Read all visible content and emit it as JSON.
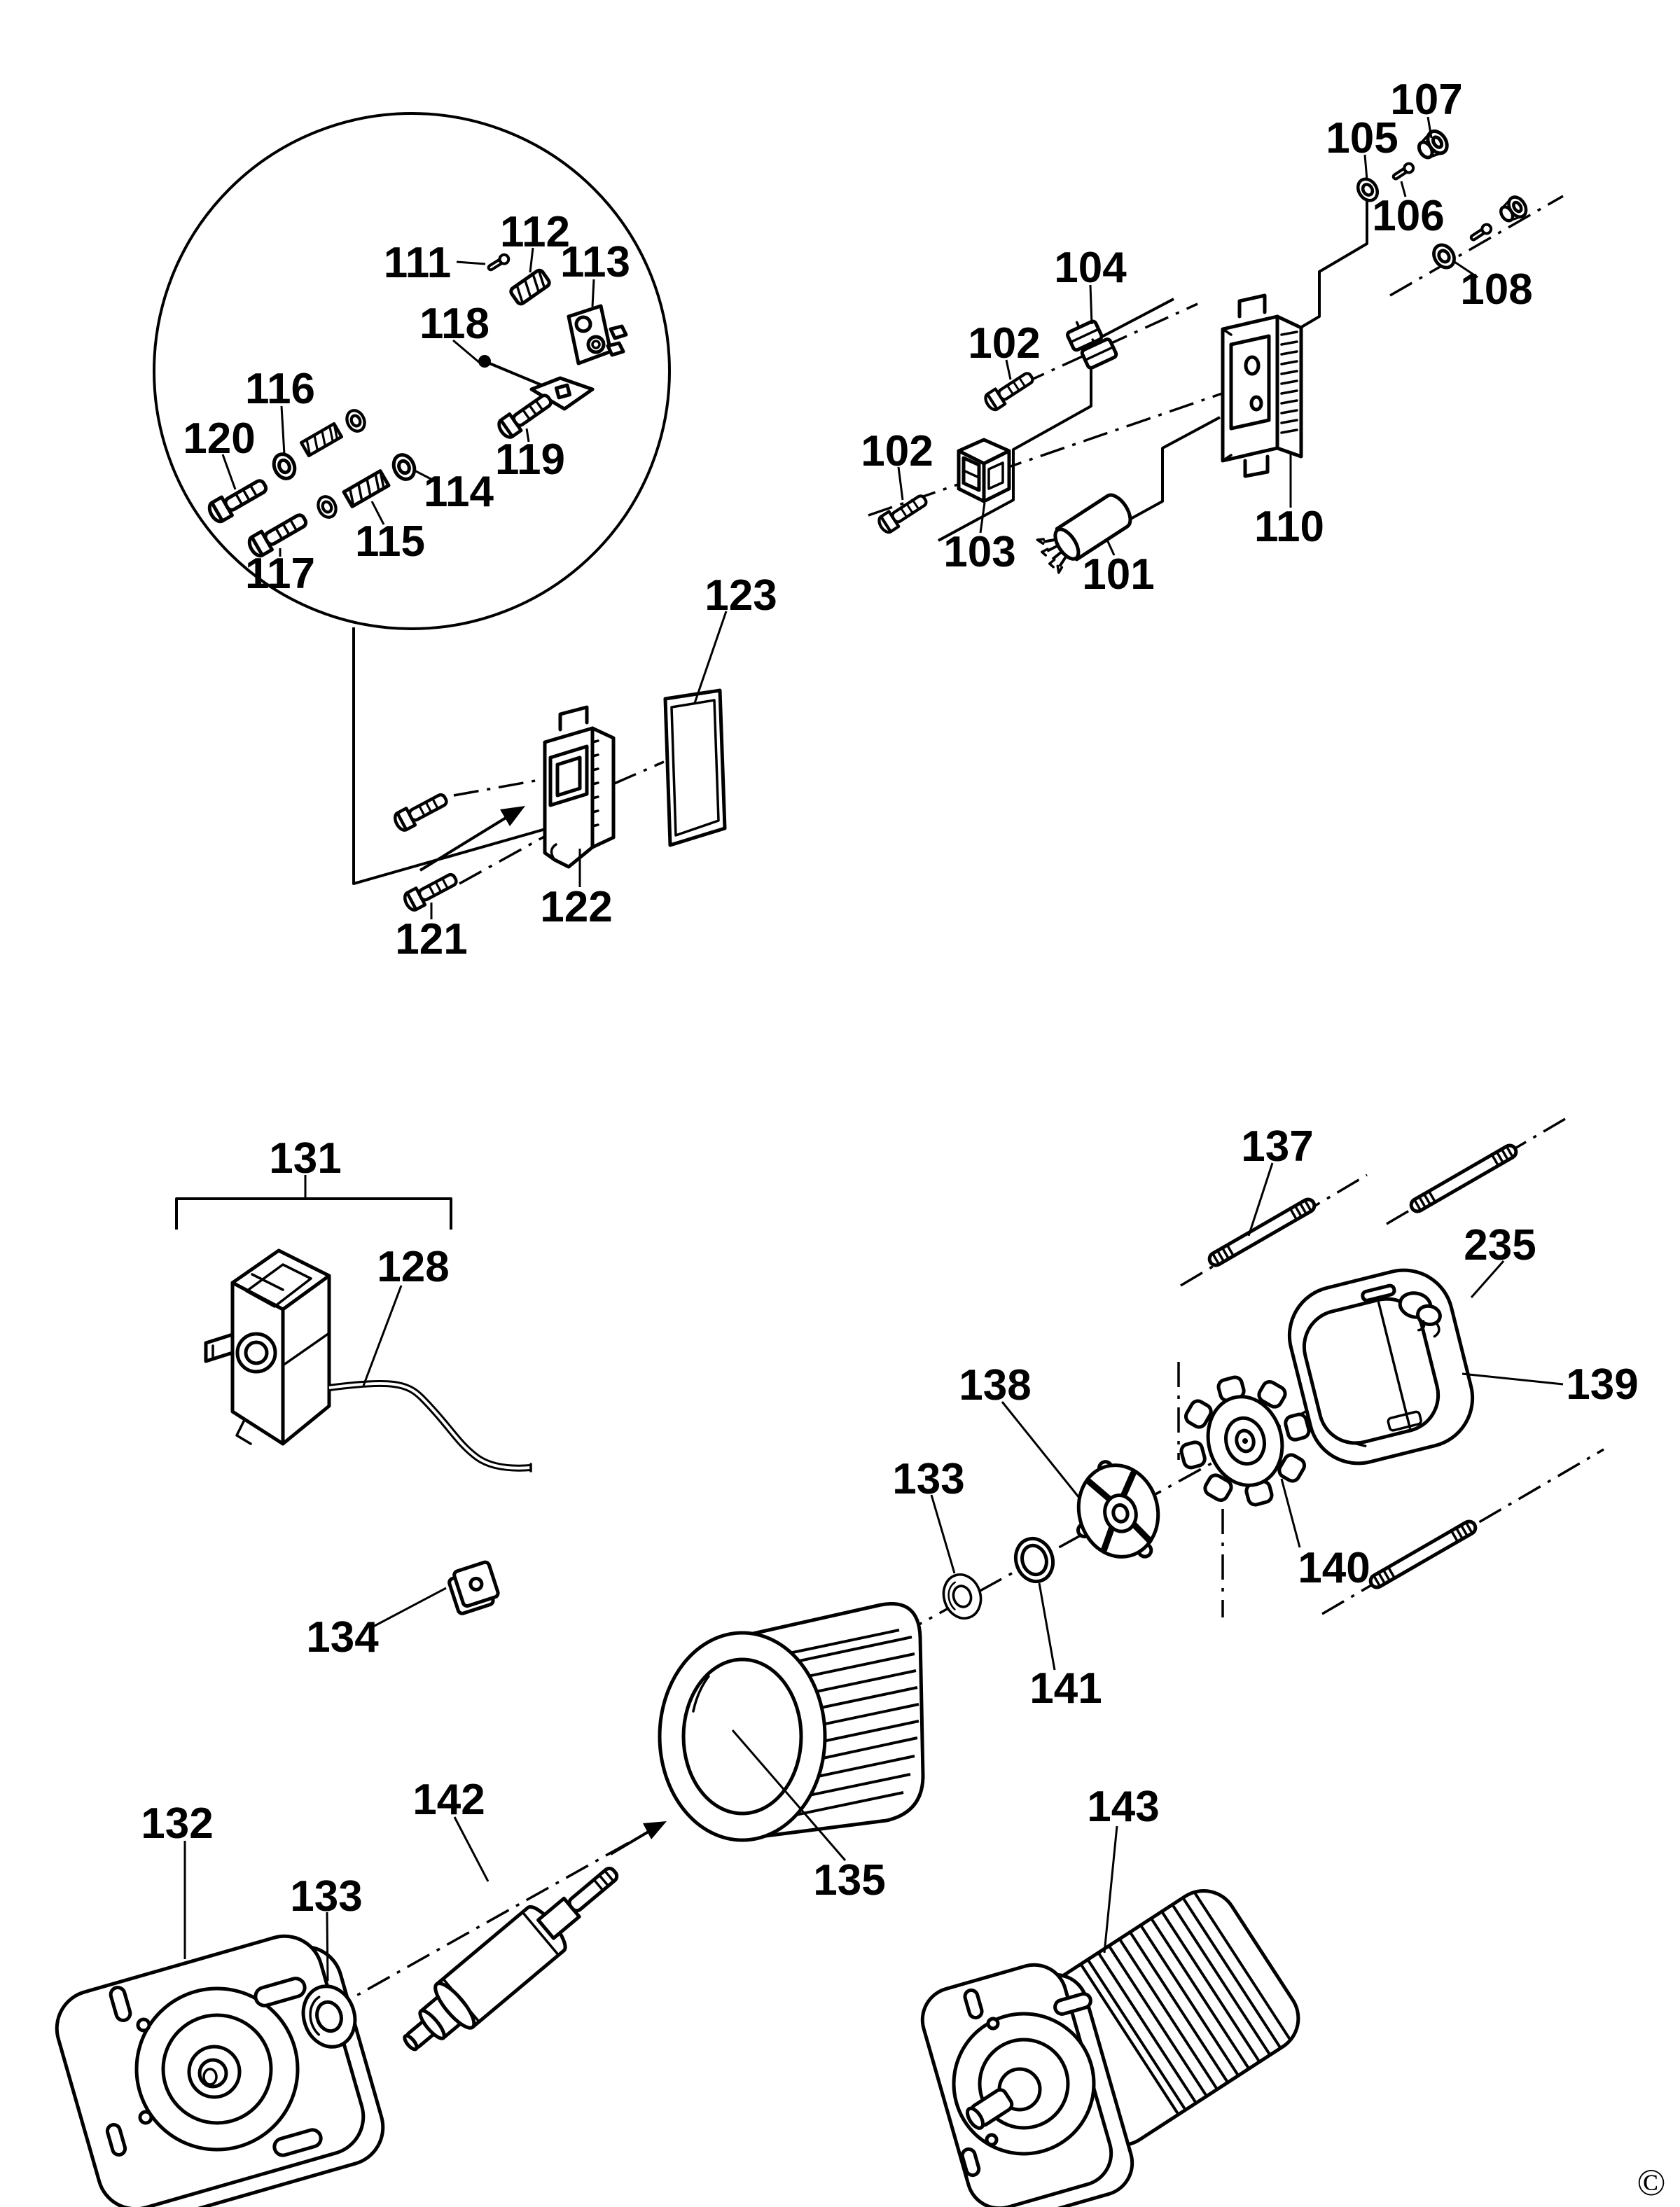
{
  "figure": {
    "type": "exploded-parts-diagram",
    "subject": "electric-motor-and-switch-assembly",
    "background": "#ffffff",
    "line_color": "#000000",
    "copyright_mark": "©"
  },
  "parts": [
    {
      "label": "111"
    },
    {
      "label": "112"
    },
    {
      "label": "113"
    },
    {
      "label": "118"
    },
    {
      "label": "116"
    },
    {
      "label": "120"
    },
    {
      "label": "119"
    },
    {
      "label": "114"
    },
    {
      "label": "115"
    },
    {
      "label": "117"
    },
    {
      "label": "123"
    },
    {
      "label": "122"
    },
    {
      "label": "121"
    },
    {
      "label": "107"
    },
    {
      "label": "105"
    },
    {
      "label": "106"
    },
    {
      "label": "104"
    },
    {
      "label": "102"
    },
    {
      "label": "108"
    },
    {
      "label": "102"
    },
    {
      "label": "103"
    },
    {
      "label": "101"
    },
    {
      "label": "110"
    },
    {
      "label": "131"
    },
    {
      "label": "128"
    },
    {
      "label": "137"
    },
    {
      "label": "235"
    },
    {
      "label": "139"
    },
    {
      "label": "138"
    },
    {
      "label": "133"
    },
    {
      "label": "140"
    },
    {
      "label": "134"
    },
    {
      "label": "141"
    },
    {
      "label": "142"
    },
    {
      "label": "132"
    },
    {
      "label": "133"
    },
    {
      "label": "135"
    },
    {
      "label": "143"
    }
  ]
}
